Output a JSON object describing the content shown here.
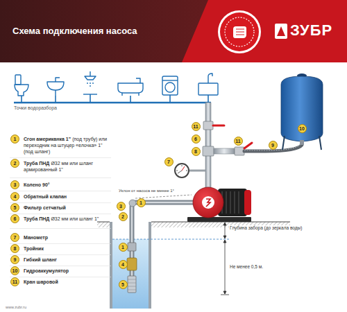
{
  "diagram": {
    "title": "Схема подключения насоса",
    "labels": [
      "Точки водоразбора",
      "1",
      "Сгон американка 1\"",
      "(под трубу) или переходник на штуцер «елочка» 1\" (под шланг)",
      "2",
      "Труба ПНД",
      "Ø32 мм или шланг армированный 1\"",
      "3",
      "Колено 90°",
      "4",
      "Обратный клапан",
      "5",
      "Фильтр сетчатый",
      "6",
      "Труба ПНД",
      "Ø32 мм или шланг 1\"",
      "7",
      "Манометр",
      "8",
      "Тройник",
      "9",
      "Гибкий шланг",
      "10",
      "Гидроаккумулятор",
      "11",
      "Кран шаровой",
      "11",
      "6",
      "8",
      "11",
      "9",
      "10",
      "7",
      "3",
      "1",
      "2",
      "1",
      "4",
      "5",
      "Уклон от насоса не менее 1°",
      "Глубина забора (до зеркала воды)",
      "Не менее 0,5 м.",
      "ЗУБР",
      "www.zubr.ru"
    ]
  }
}
